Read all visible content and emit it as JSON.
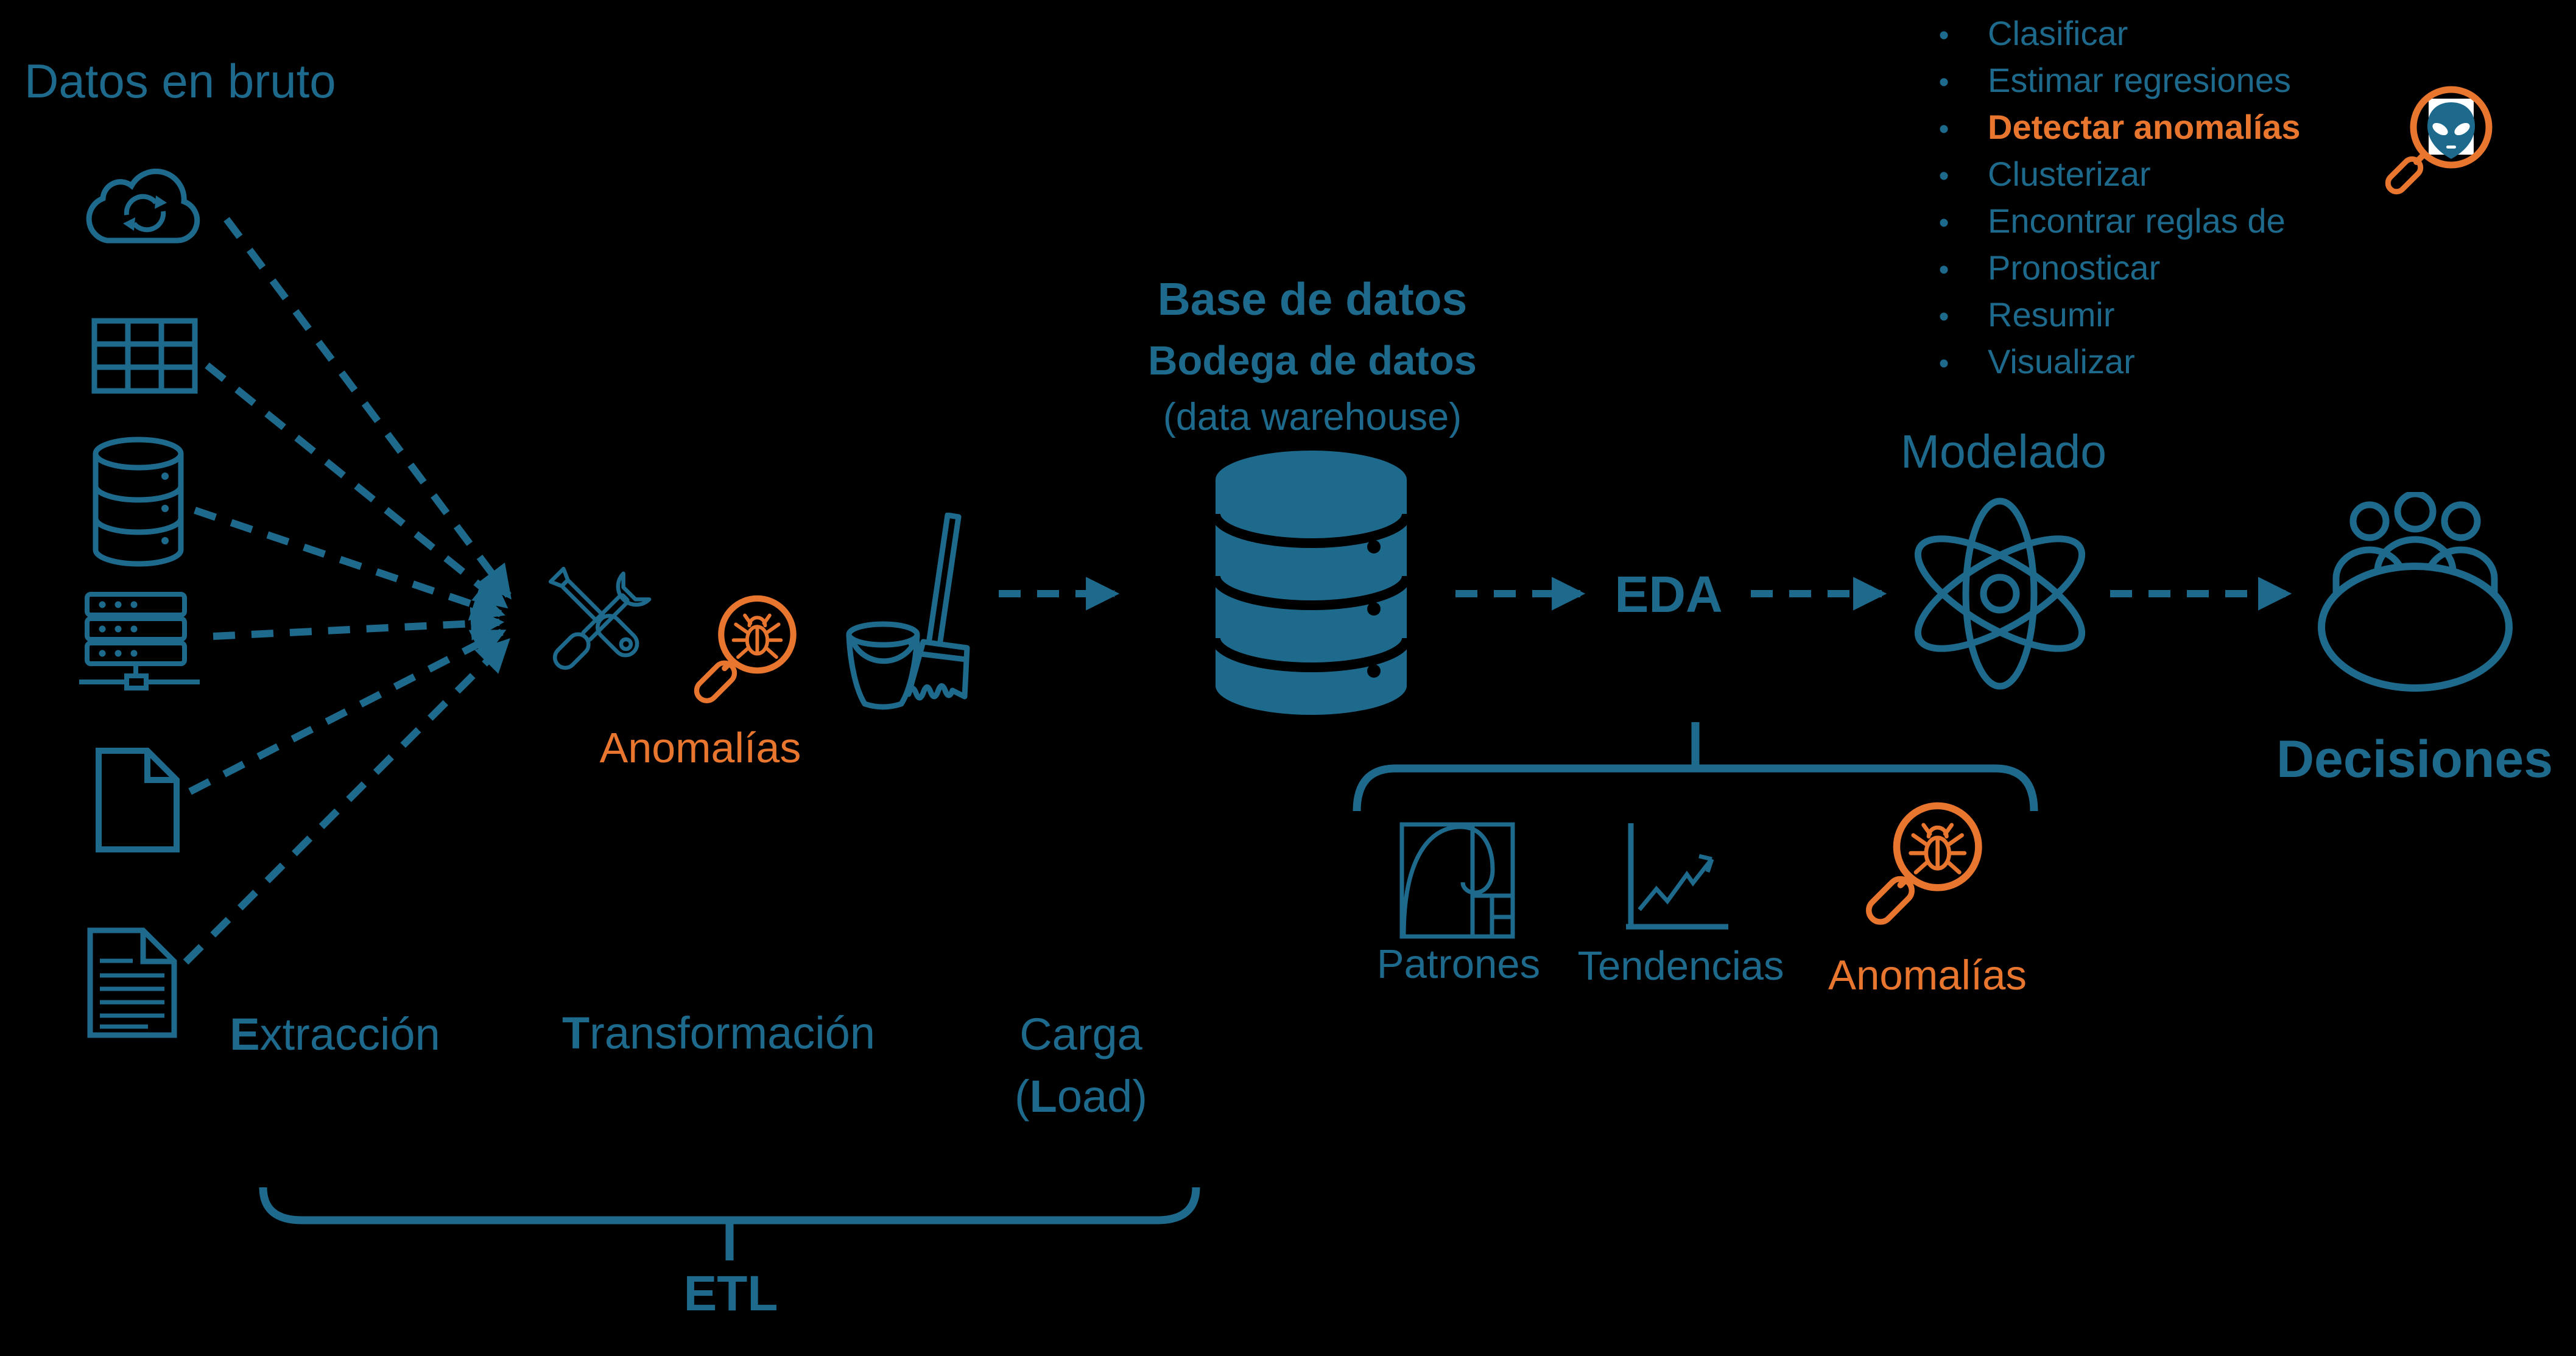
{
  "colors": {
    "blue": "#1E6A8D",
    "orange": "#E8762E",
    "background": "#000000",
    "white": "#FFFFFF"
  },
  "raw_data": {
    "title": "Datos en bruto",
    "source_icons": [
      "cloud-sync",
      "table-grid",
      "database-outline",
      "server-rack",
      "file-blank",
      "document-text"
    ]
  },
  "etl": {
    "extraction": {
      "b": "E",
      "rest": "xtracción"
    },
    "transformation": {
      "b": "T",
      "rest": "ransformación"
    },
    "load_es": "Carga",
    "load_en": {
      "pre": "(",
      "b": "L",
      "rest": "oad)"
    },
    "acronym": "ETL",
    "anomalies_label": "Anomalías",
    "tools_icon": "screwdriver-wrench",
    "cleaning_icon": "bucket-broom",
    "anomaly_icon": "bug-magnifier"
  },
  "warehouse": {
    "title": "Base de datos",
    "subtitle": "Bodega de datos",
    "subtitle2": "(data warehouse)",
    "icon": "database-solid"
  },
  "eda": {
    "label": "EDA",
    "outputs": [
      {
        "label": "Patrones",
        "icon": "golden-ratio"
      },
      {
        "label": "Tendencias",
        "icon": "trend-chart"
      },
      {
        "label": "Anomalías",
        "icon": "bug-magnifier",
        "highlight": true
      }
    ]
  },
  "modeling": {
    "label": "Modelado",
    "icon": "atom",
    "bullet": "•",
    "detector_icon": "alien-magnifier",
    "tasks": [
      {
        "label": "Clasificar"
      },
      {
        "label": "Estimar regresiones"
      },
      {
        "label": "Detectar anomalías",
        "highlight": true
      },
      {
        "label": "Clusterizar"
      },
      {
        "label": "Encontrar reglas de"
      },
      {
        "label": "Pronosticar"
      },
      {
        "label": "Resumir"
      },
      {
        "label": "Visualizar"
      }
    ]
  },
  "decisions": {
    "label": "Decisiones",
    "icon": "people-round-table"
  }
}
